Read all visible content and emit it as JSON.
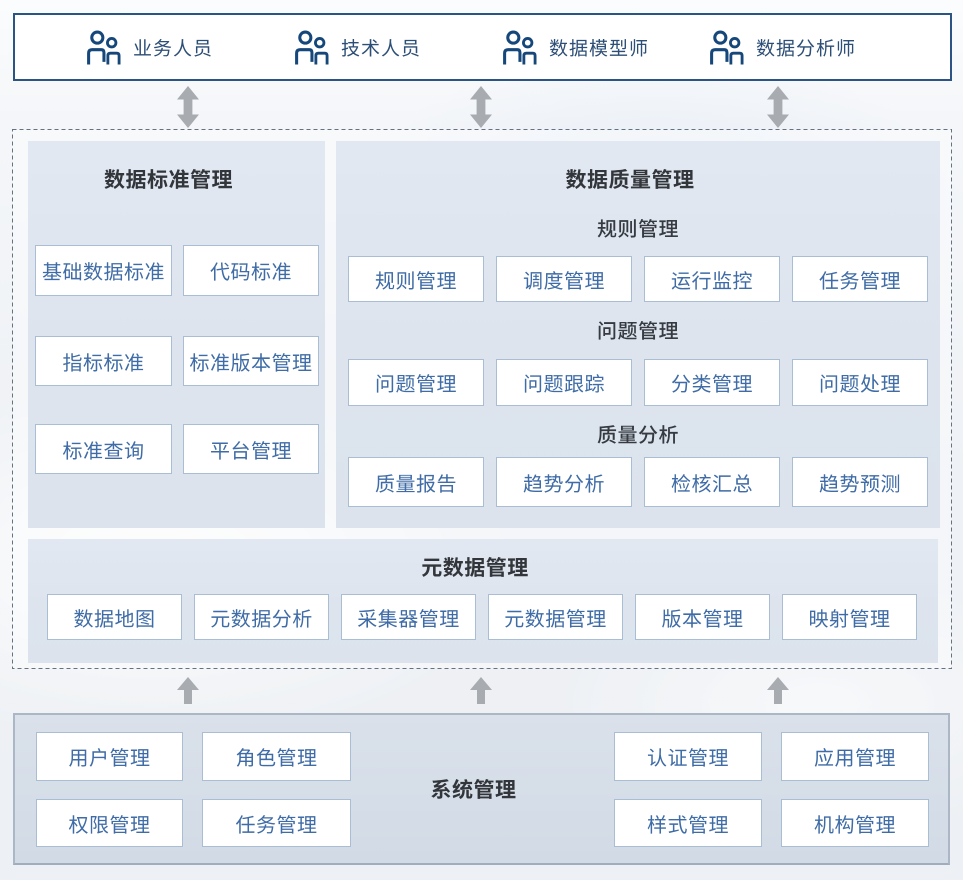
{
  "palette": {
    "band_border": "#2b5484",
    "icon_blue": "#15477b",
    "user_label_text": "#2d4e76",
    "panel_bg": "#dde4ee",
    "box_border": "#a9bdd5",
    "box_text": "#3f6ca6",
    "title_text": "#32363b",
    "arrow_gray": "#a8abaf",
    "system_band_bg": "#d5dde8"
  },
  "users_band": {
    "items": [
      {
        "label": "业务人员"
      },
      {
        "label": "技术人员"
      },
      {
        "label": "数据模型师"
      },
      {
        "label": "数据分析师"
      }
    ]
  },
  "standard_panel": {
    "title": "数据标准管理",
    "boxes": [
      "基础数据标准",
      "代码标准",
      "指标标准",
      "标准版本管理",
      "标准查询",
      "平台管理"
    ]
  },
  "quality_panel": {
    "title": "数据质量管理",
    "groups": [
      {
        "subtitle": "规则管理",
        "boxes": [
          "规则管理",
          "调度管理",
          "运行监控",
          "任务管理"
        ]
      },
      {
        "subtitle": "问题管理",
        "boxes": [
          "问题管理",
          "问题跟踪",
          "分类管理",
          "问题处理"
        ]
      },
      {
        "subtitle": "质量分析",
        "boxes": [
          "质量报告",
          "趋势分析",
          "检核汇总",
          "趋势预测"
        ]
      }
    ]
  },
  "metadata_band": {
    "title": "元数据管理",
    "boxes": [
      "数据地图",
      "元数据分析",
      "采集器管理",
      "元数据管理",
      "版本管理",
      "映射管理"
    ]
  },
  "system_band": {
    "title": "系统管理",
    "left_boxes": [
      "用户管理",
      "角色管理",
      "权限管理",
      "任务管理"
    ],
    "right_boxes": [
      "认证管理",
      "应用管理",
      "样式管理",
      "机构管理"
    ]
  }
}
